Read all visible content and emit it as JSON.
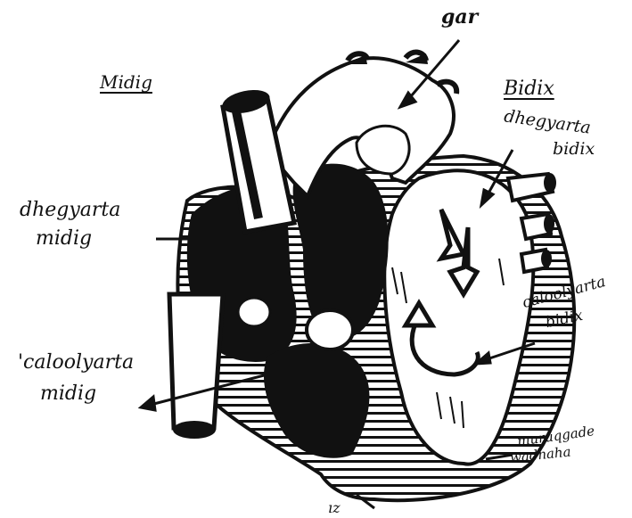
{
  "labels": {
    "midig": "Midig",
    "bidix": "Bidix",
    "gar": "gar",
    "dhegyarta_midig_1": "dhegyarta",
    "dhegyarta_midig_2": "midig",
    "dhegyarta_bidix_1": "dhegyarta",
    "dhegyarta_bidix_2": "bidix",
    "caloolyarta_bidix_1": "caloolyarta",
    "caloolyarta_bidix_2": "bidix",
    "caloolyarta_midig_1": "'caloolyarta",
    "caloolyarta_midig_2": "midig",
    "muruqgade_1": "muruqgade",
    "muruqgade_2": "wadnaha"
  },
  "colors": {
    "ink": "#111111",
    "paper": "#ffffff"
  }
}
